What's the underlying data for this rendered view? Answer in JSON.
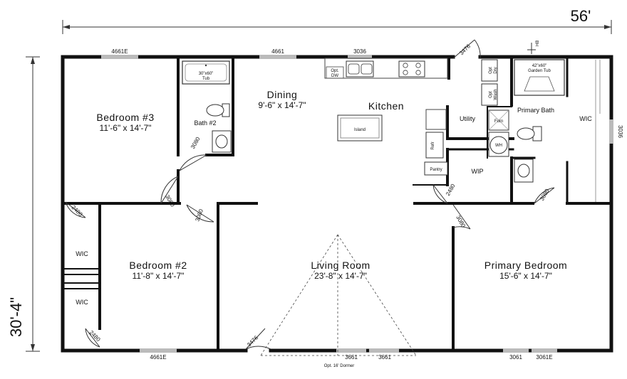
{
  "dimensions": {
    "width": "56'",
    "depth": "30'-4\""
  },
  "rooms": {
    "bedroom3": {
      "name": "Bedroom #3",
      "dims": "11'-6\" x 14'-7\""
    },
    "bath2": {
      "name": "Bath #2",
      "tub": "30\"x60\"",
      "tub2": "Tub"
    },
    "dining": {
      "name": "Dining",
      "dims": "9'-6\" x 14'-7\""
    },
    "kitchen": {
      "name": "Kitchen",
      "island": "Island"
    },
    "utility": {
      "name": "Utility"
    },
    "wip": {
      "name": "WIP"
    },
    "primary_bath": {
      "name": "Primary Bath",
      "tub": "42\"x60\"",
      "tub2": "Garden Tub"
    },
    "wic_primary": {
      "name": "WIC"
    },
    "bedroom2": {
      "name": "Bedroom #2",
      "dims": "11'-8\" x 14'-7\""
    },
    "wic_upper": {
      "name": "WIC"
    },
    "wic_lower": {
      "name": "WIC"
    },
    "living": {
      "name": "Living Room",
      "dims": "23'-8\" x 14'-7\""
    },
    "primary_bedroom": {
      "name": "Primary Bedroom",
      "dims": "15'-6\" x 14'-7\""
    }
  },
  "fixtures": {
    "opt_dw_1": "Opt.",
    "opt_dw_2": "DW",
    "opt_dry_1": "Opt",
    "opt_dry_2": "Dry",
    "opt_wash_1": "Opt",
    "opt_wash_2": "Wash",
    "furn": "Furn",
    "wh": "WH",
    "refr": "Refr",
    "pantry": "Pantry",
    "hb": "HB"
  },
  "windows": {
    "top_bed3": "4661E",
    "top_dining": "4661",
    "top_kitchen": "3036",
    "right_wic": "3036",
    "bottom_bed2": "4661E",
    "bottom_living1": "3661",
    "bottom_living2": "3661",
    "bottom_primary1": "3061",
    "bottom_primary2": "3061E"
  },
  "doors": {
    "bath2": "3080",
    "bed3": "3080",
    "bed2": "3080",
    "wic_upper": "2480",
    "wic_lower": "2480",
    "front": "3476",
    "back": "3476",
    "wip": "2480",
    "primary": "3080",
    "primary_bath": "3080"
  },
  "dormer": "Opt. 16' Dormer"
}
